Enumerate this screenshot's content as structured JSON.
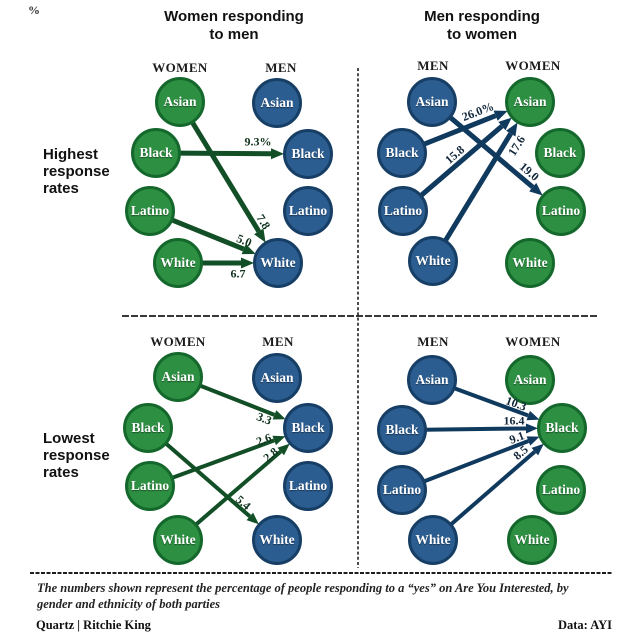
{
  "header": {
    "unit_mark": "%",
    "left_title": [
      "Women responding",
      "to men"
    ],
    "right_title": [
      "Men responding",
      "to women"
    ]
  },
  "row_labels": {
    "top": [
      "Highest",
      "response",
      "rates"
    ],
    "bottom": [
      "Lowest",
      "response",
      "rates"
    ]
  },
  "colors": {
    "women_fill": "#2d8f42",
    "women_border": "#15682c",
    "men_fill": "#2c5d90",
    "men_border": "#173f66",
    "arrow_green": "#124f26",
    "arrow_navy": "#10395e"
  },
  "quadrants": [
    {
      "name": "women-to-men-highest",
      "left_group": {
        "header": "WOMEN",
        "gender": "women"
      },
      "right_group": {
        "header": "MEN",
        "gender": "men"
      },
      "ethnicities": [
        "Asian",
        "Black",
        "Latino",
        "White"
      ],
      "edges": [
        {
          "from": "Black",
          "to": "Black",
          "value": "9.3%"
        },
        {
          "from": "Asian",
          "to": "White",
          "value": "7.8"
        },
        {
          "from": "Latino",
          "to": "White",
          "value": "5.0"
        },
        {
          "from": "White",
          "to": "White",
          "value": "6.7"
        }
      ]
    },
    {
      "name": "men-to-women-highest",
      "left_group": {
        "header": "MEN",
        "gender": "men"
      },
      "right_group": {
        "header": "WOMEN",
        "gender": "women"
      },
      "ethnicities": [
        "Asian",
        "Black",
        "Latino",
        "White"
      ],
      "edges": [
        {
          "from": "Black",
          "to": "Asian",
          "value": "26.0%"
        },
        {
          "from": "Latino",
          "to": "Asian",
          "value": "15.8"
        },
        {
          "from": "White",
          "to": "Asian",
          "value": "17.6"
        },
        {
          "from": "Asian",
          "to": "Latino",
          "value": "19.0"
        }
      ]
    },
    {
      "name": "women-to-men-lowest",
      "left_group": {
        "header": "WOMEN",
        "gender": "women"
      },
      "right_group": {
        "header": "MEN",
        "gender": "men"
      },
      "ethnicities": [
        "Asian",
        "Black",
        "Latino",
        "White"
      ],
      "edges": [
        {
          "from": "Asian",
          "to": "Black",
          "value": "3.3"
        },
        {
          "from": "Latino",
          "to": "Black",
          "value": "2.6"
        },
        {
          "from": "White",
          "to": "Black",
          "value": "2.8"
        },
        {
          "from": "Black",
          "to": "White",
          "value": "5.4"
        }
      ]
    },
    {
      "name": "men-to-women-lowest",
      "left_group": {
        "header": "MEN",
        "gender": "men"
      },
      "right_group": {
        "header": "WOMEN",
        "gender": "women"
      },
      "ethnicities": [
        "Asian",
        "Black",
        "Latino",
        "White"
      ],
      "edges": [
        {
          "from": "Asian",
          "to": "Black",
          "value": "10.3"
        },
        {
          "from": "Black",
          "to": "Black",
          "value": "16.4"
        },
        {
          "from": "Latino",
          "to": "Black",
          "value": "9.1"
        },
        {
          "from": "White",
          "to": "Black",
          "value": "8.5"
        }
      ]
    }
  ],
  "footer": {
    "note_line1": "The numbers shown represent the percentage of people responding to a “yes” on Are You Interested, by",
    "note_line2": "gender and ethnicity of both parties",
    "credit": "Quartz | Ritchie King",
    "source": "Data: AYI"
  }
}
